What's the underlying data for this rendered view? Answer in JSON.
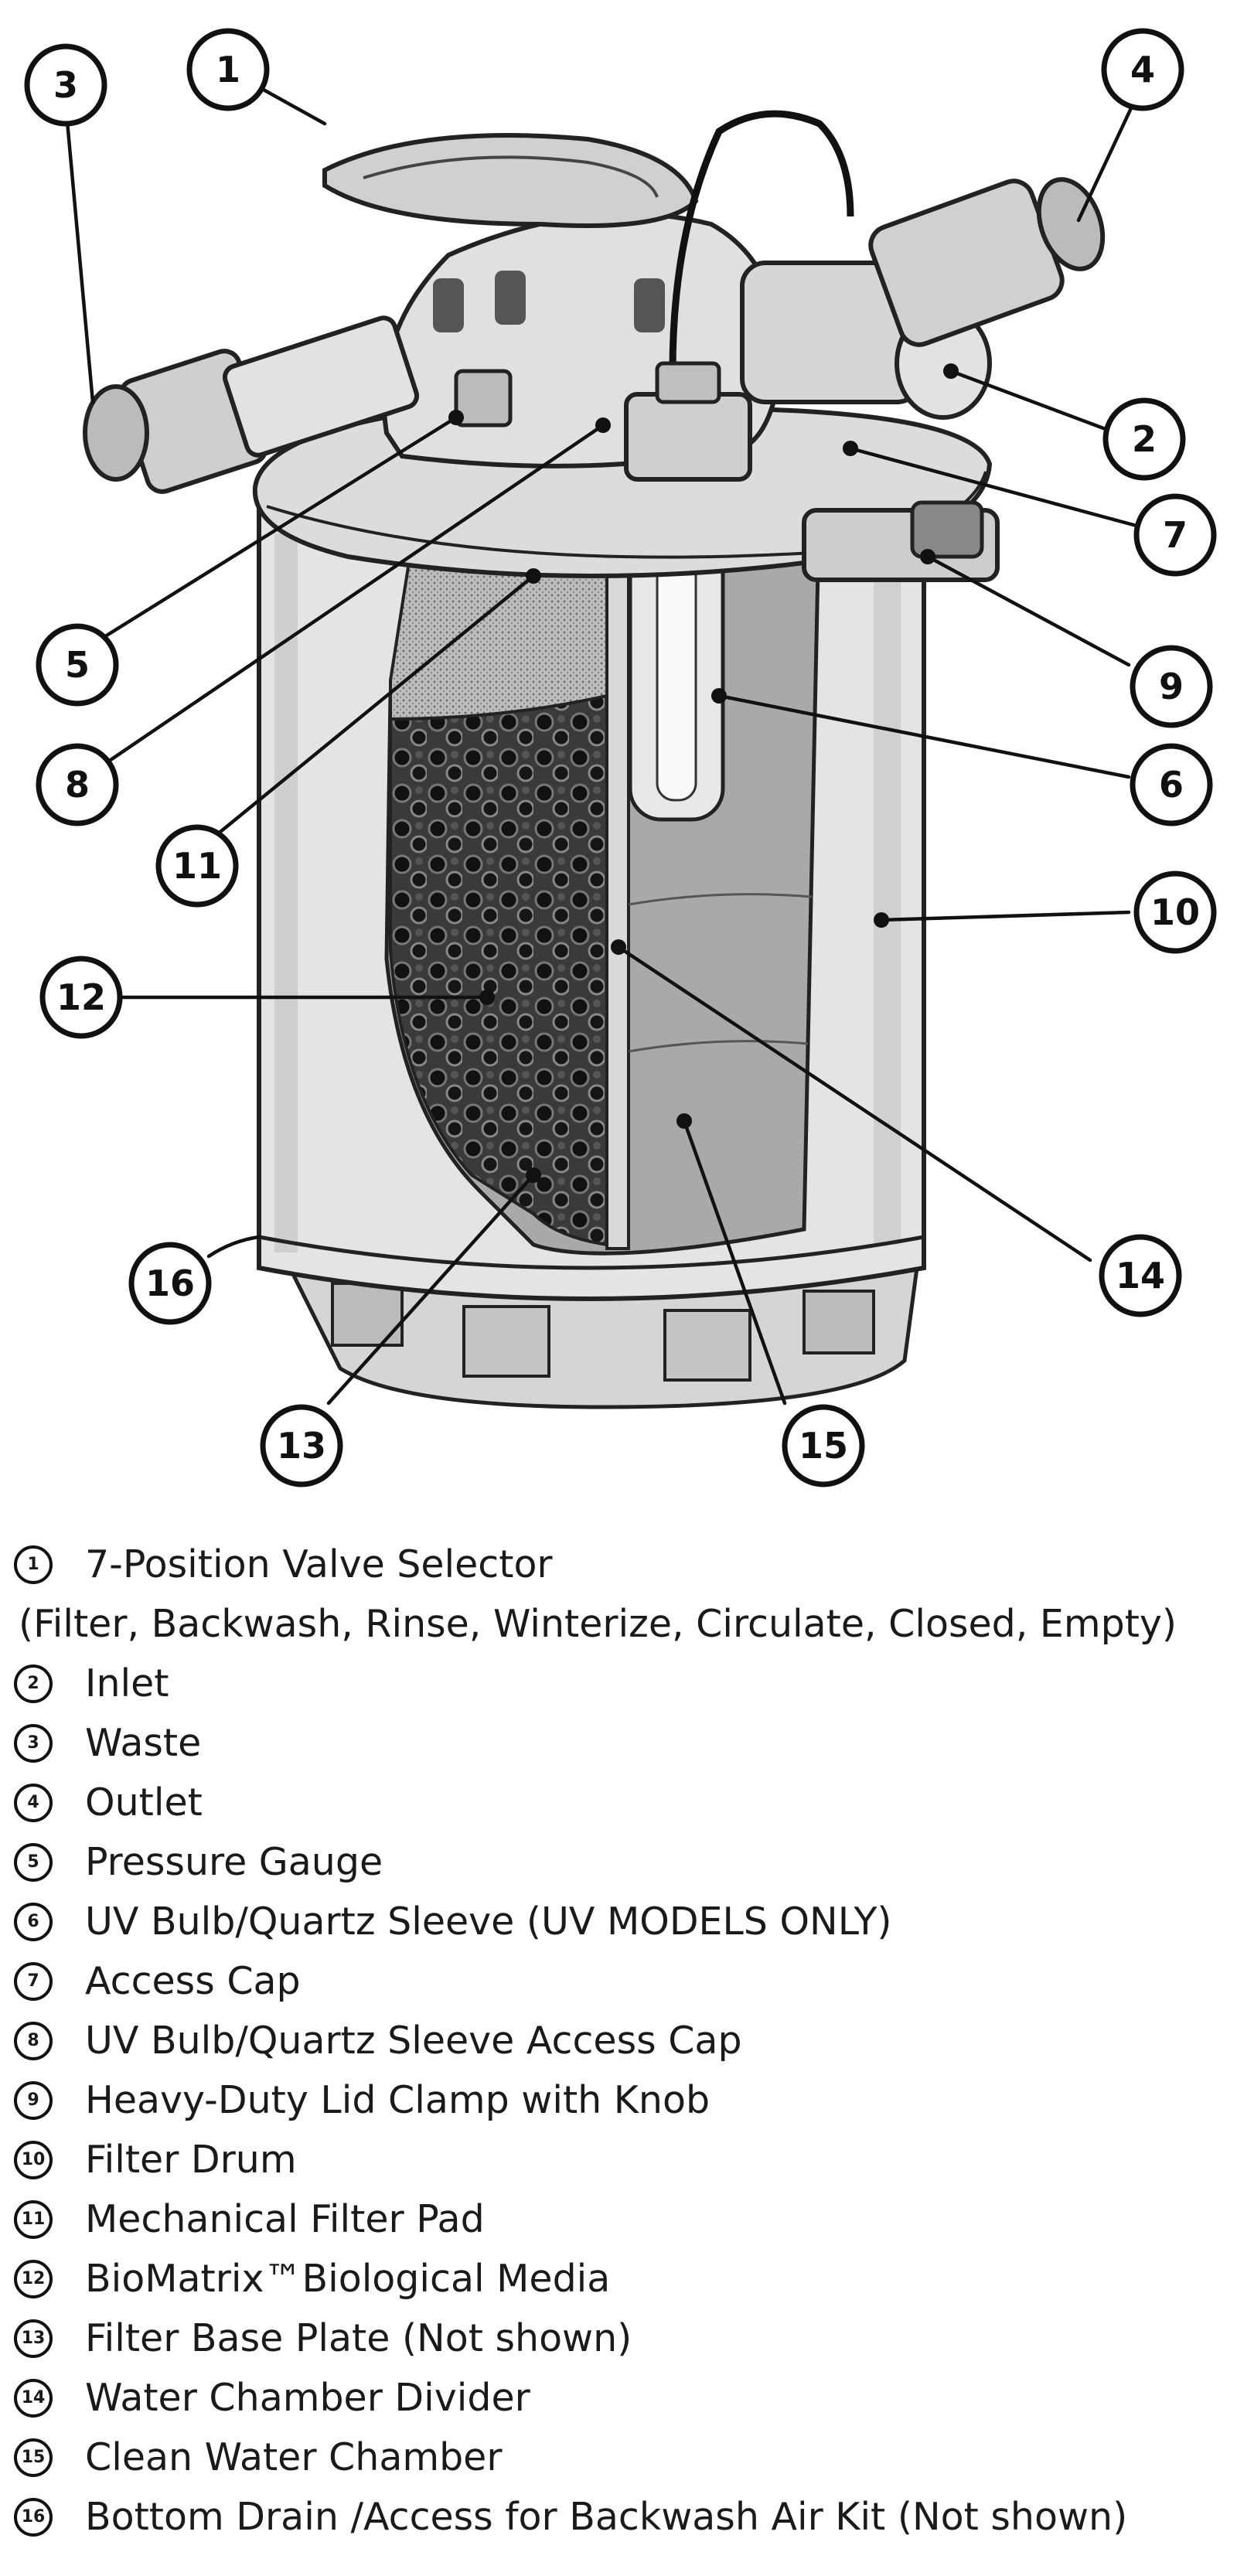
{
  "callouts": [
    {
      "num": "1"
    },
    {
      "num": "2"
    },
    {
      "num": "3"
    },
    {
      "num": "4"
    },
    {
      "num": "5"
    },
    {
      "num": "6"
    },
    {
      "num": "7"
    },
    {
      "num": "8"
    },
    {
      "num": "9"
    },
    {
      "num": "10"
    },
    {
      "num": "11"
    },
    {
      "num": "12"
    },
    {
      "num": "13"
    },
    {
      "num": "14"
    },
    {
      "num": "15"
    },
    {
      "num": "16"
    }
  ],
  "legend": {
    "items": [
      {
        "num": "1",
        "label": "7-Position Valve Selector"
      },
      {
        "num": "",
        "label": "(Filter, Backwash, Rinse, Winterize, Circulate, Closed, Empty)"
      },
      {
        "num": "2",
        "label": "Inlet"
      },
      {
        "num": "3",
        "label": "Waste"
      },
      {
        "num": "4",
        "label": "Outlet"
      },
      {
        "num": "5",
        "label": "Pressure Gauge"
      },
      {
        "num": "6",
        "label": "UV Bulb/Quartz Sleeve (UV MODELS ONLY)"
      },
      {
        "num": "7",
        "label": "Access Cap"
      },
      {
        "num": "8",
        "label": "UV Bulb/Quartz Sleeve Access Cap"
      },
      {
        "num": "9",
        "label": "Heavy-Duty Lid Clamp with Knob"
      },
      {
        "num": "10",
        "label": "Filter Drum"
      },
      {
        "num": "11",
        "label": "Mechanical Filter Pad"
      },
      {
        "num": "12",
        "label": "BioMatrix™Biological Media"
      },
      {
        "num": "13",
        "label": "Filter Base Plate (Not shown)"
      },
      {
        "num": "14",
        "label": "Water Chamber Divider"
      },
      {
        "num": "15",
        "label": "Clean Water Chamber"
      },
      {
        "num": "16",
        "label": "Bottom Drain /Access for Backwash Air Kit (Not shown)"
      }
    ]
  }
}
